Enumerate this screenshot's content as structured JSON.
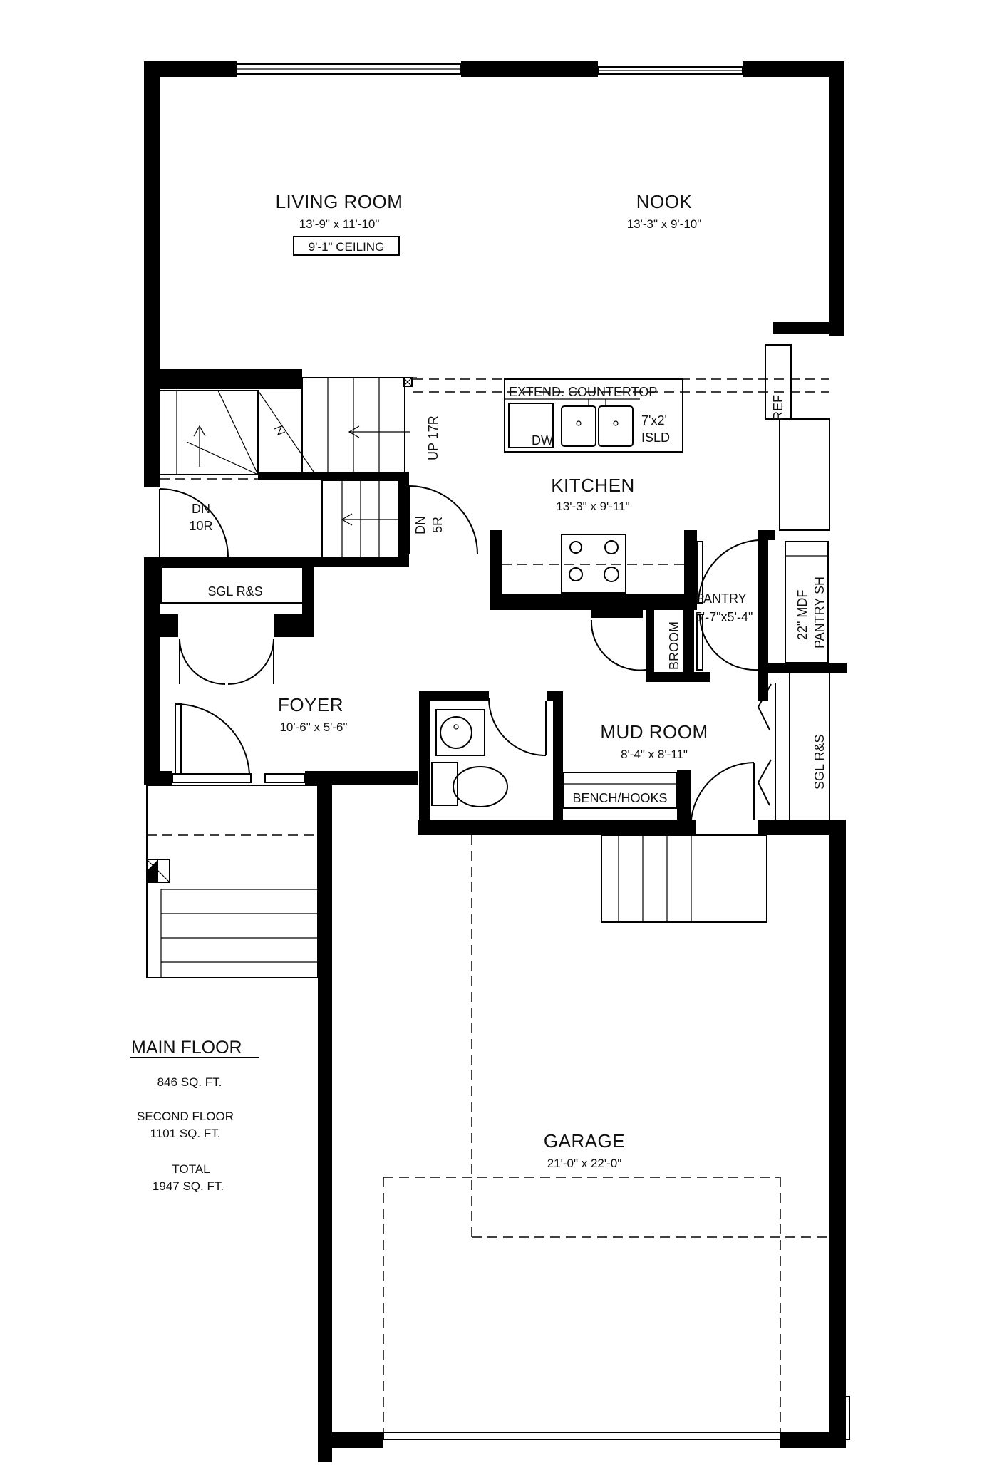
{
  "rooms": {
    "living_room": {
      "name": "LIVING ROOM",
      "size": "13'-9\" x 11'-10\"",
      "ceiling": "9'-1\" CEILING"
    },
    "nook": {
      "name": "NOOK",
      "size": "13'-3\" x 9'-10\""
    },
    "kitchen": {
      "name": "KITCHEN",
      "size": "13'-3\" x 9'-11\""
    },
    "foyer": {
      "name": "FOYER",
      "size": "10'-6\" x 5'-6\""
    },
    "mud_room": {
      "name": "MUD ROOM",
      "size": "8'-4\" x 8'-11\""
    },
    "pantry": {
      "name": "PANTRY",
      "size": "5'-7\"x5'-4\""
    },
    "garage": {
      "name": "GARAGE",
      "size": "21'-0\" x 22'-0\""
    }
  },
  "labels": {
    "extend_countertop": "EXTEND. COUNTERTOP",
    "island_size": "7'x2'",
    "island": "ISLD",
    "dishwasher": "DW",
    "refrigerator": "REF",
    "stairs_up": "UP 17R",
    "stairs_down_1": "DN",
    "stairs_down_1_risers": "10R",
    "stairs_down_2": "DN",
    "stairs_down_2_risers": "5R",
    "broom": "BROOM",
    "pantry_shelf_1": "22\" MDF",
    "pantry_shelf_2": "PANTRY SH",
    "sgl_rs_foyer": "SGL R&S",
    "sgl_rs_mud": "SGL R&S",
    "bench_hooks": "BENCH/HOOKS"
  },
  "summary": {
    "title": "MAIN FLOOR",
    "main_area": "846 SQ. FT.",
    "second_label": "SECOND FLOOR",
    "second_area": "1101 SQ. FT.",
    "total_label": "TOTAL",
    "total_area": "1947 SQ. FT."
  }
}
